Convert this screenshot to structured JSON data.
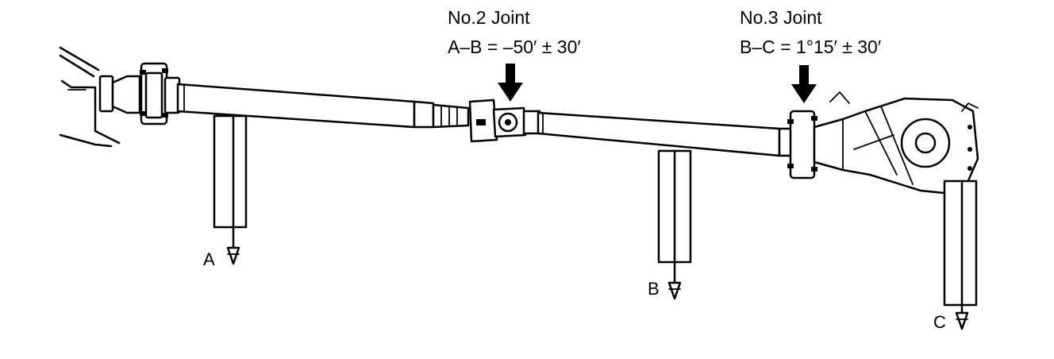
{
  "joints": [
    {
      "id": "no2",
      "title": "No.2 Joint",
      "spec": "A–B = –50′ ± 30′"
    },
    {
      "id": "no3",
      "title": "No.3 Joint",
      "spec": "B–C = 1°15′ ± 30′"
    }
  ],
  "measure_points": [
    {
      "id": "a",
      "label": "A"
    },
    {
      "id": "b",
      "label": "B"
    },
    {
      "id": "c",
      "label": "C"
    }
  ],
  "colors": {
    "ink": "#000000",
    "background": "#ffffff"
  }
}
